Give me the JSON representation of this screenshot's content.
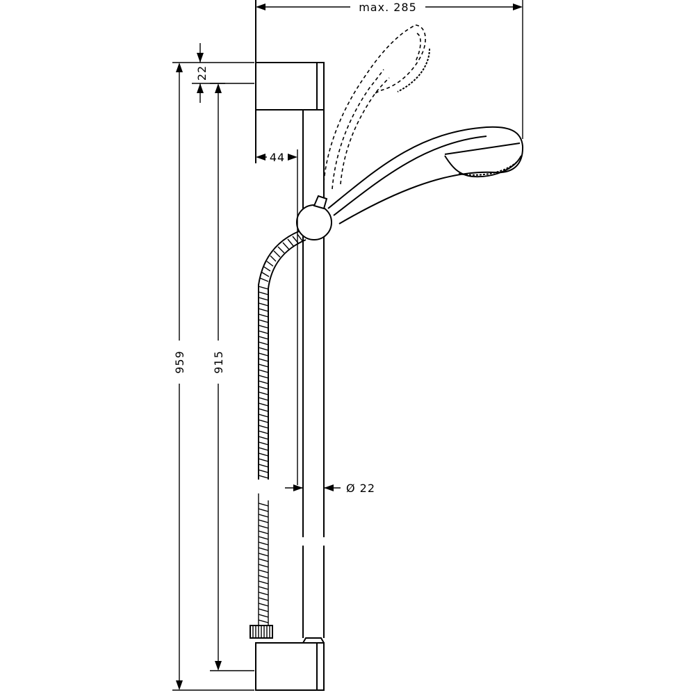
{
  "dimensions": {
    "max_reach": "max. 285",
    "top_bracket_offset": "22",
    "wall_distance": "44",
    "bar_diameter": "Ø 22",
    "total_height": "959",
    "bar_height": "915"
  },
  "colors": {
    "line": "#000000",
    "background": "#ffffff"
  }
}
